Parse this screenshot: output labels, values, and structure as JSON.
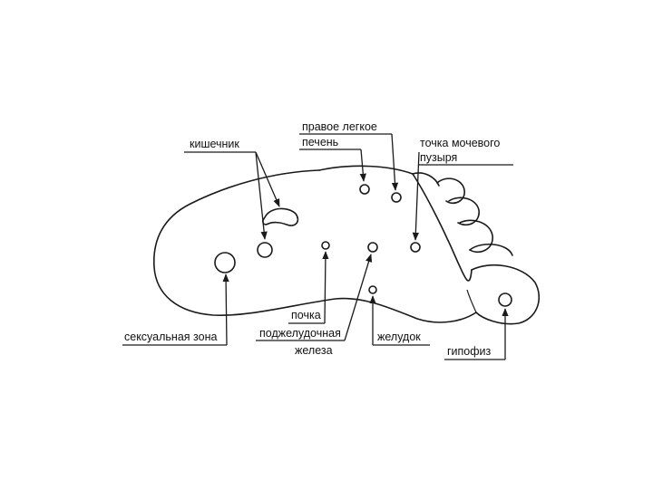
{
  "diagram": {
    "labels": {
      "intestine": "кишечник",
      "right_lung": "правое легкое",
      "liver": "печень",
      "bladder_line1": "точка мочевого",
      "bladder_line2": "пузыря",
      "sexual_zone": "сексуальная зона",
      "kidney": "почка",
      "pancreas_line1": "поджелудочная",
      "pancreas_line2": "железа",
      "stomach": "желудок",
      "pituitary": "гипофиз"
    }
  }
}
